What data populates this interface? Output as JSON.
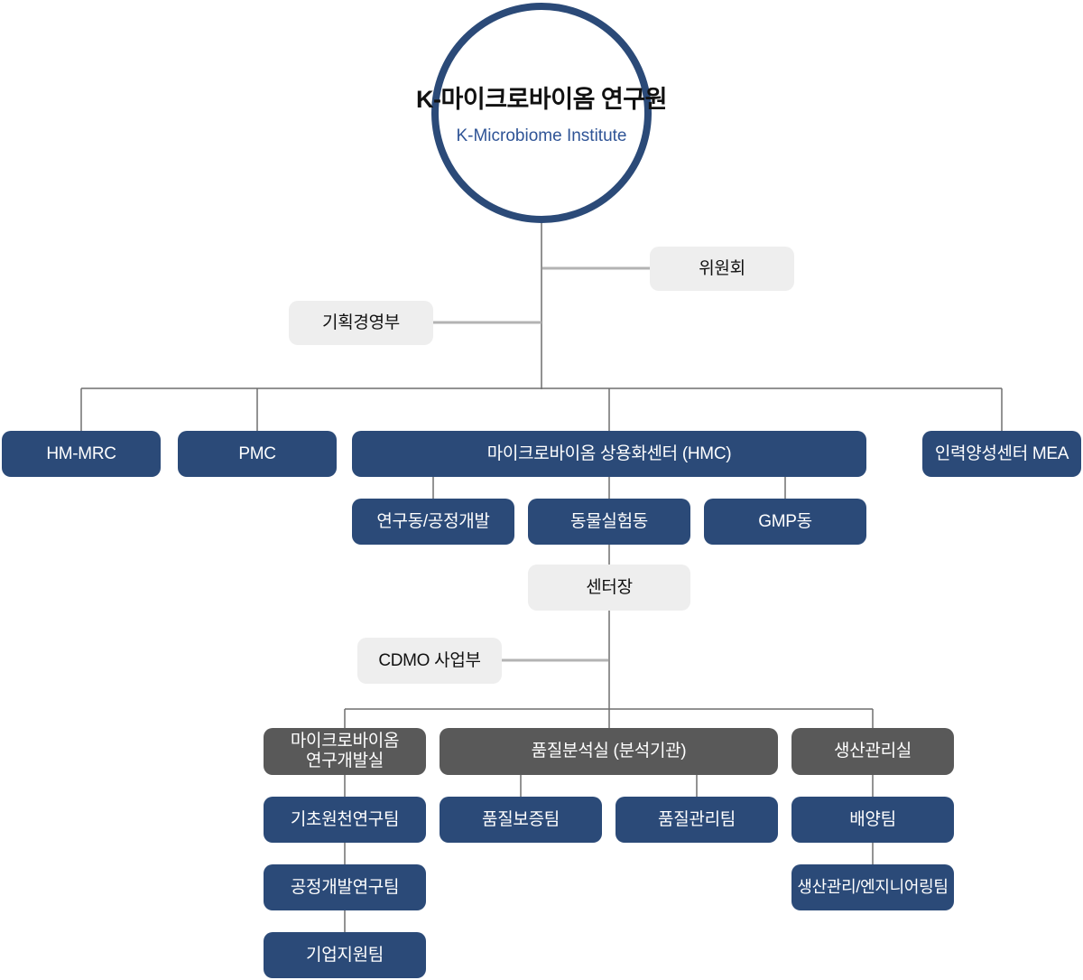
{
  "colors": {
    "navy": "#2b4a78",
    "dark_gray": "#595959",
    "light_gray": "#eeeeee",
    "tree_line": "#6f6f6f",
    "staff_line": "#b3b3b3",
    "title_ko_black": "#111111",
    "title_en_blue": "#2f5496"
  },
  "root": {
    "name_ko": "K-마이크로바이옴 연구원",
    "name_en": "K-Microbiome Institute"
  },
  "staff": {
    "committee": "위원회",
    "planning": "기획경영부",
    "center_head": "센터장",
    "cdmo": "CDMO 사업부"
  },
  "level1": {
    "hm_mrc": "HM-MRC",
    "pmc": "PMC",
    "hmc": "마이크로바이옴 상용화센터 (HMC)",
    "mea": "인력양성센터 MEA"
  },
  "hmc_facilities": {
    "research": "연구동/공정개발",
    "animal": "동물실험동",
    "gmp": "GMP동"
  },
  "divisions": {
    "rnd_line1": "마이크로바이옴",
    "rnd_line2": "연구개발실",
    "qa": "품질분석실 (분석기관)",
    "production": "생산관리실"
  },
  "teams": {
    "basic_research": "기초원천연구팀",
    "process_dev": "공정개발연구팀",
    "business_support": "기업지원팀",
    "quality_assurance": "품질보증팀",
    "quality_control": "품질관리팀",
    "culture": "배양팀",
    "prod_engineering": "생산관리/엔지니어링팀"
  }
}
